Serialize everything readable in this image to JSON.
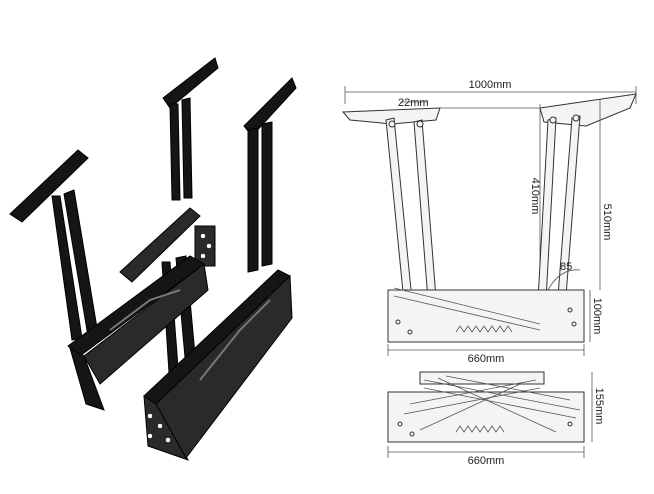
{
  "diagram": {
    "dimensions": {
      "top_width": "1000mm",
      "offset": "22mm",
      "inner_height": "410mm",
      "outer_height": "510mm",
      "angle": "85",
      "base_height": "100mm",
      "base_length_top": "660mm",
      "folded_height": "155mm",
      "base_length_bottom": "660mm"
    }
  },
  "colors": {
    "metal": "#151515",
    "drawing_line": "#333333",
    "background": "#ffffff"
  }
}
